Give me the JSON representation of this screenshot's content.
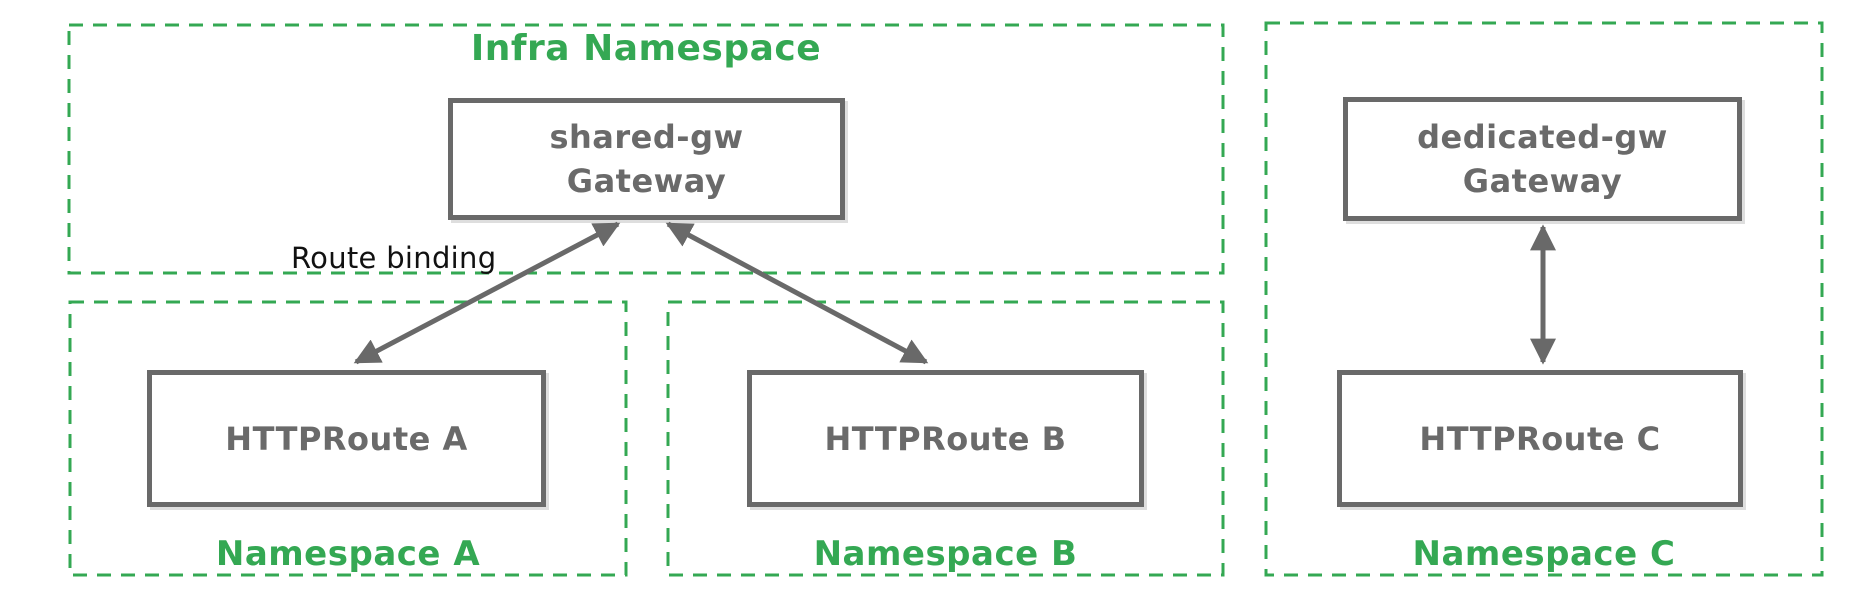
{
  "colors": {
    "green": "#34a853",
    "gray": "#696969",
    "text-gray": "#6a6a6a",
    "black": "#111111",
    "background": "#ffffff"
  },
  "namespaces": {
    "infra": {
      "label": "Infra Namespace"
    },
    "a": {
      "label": "Namespace A"
    },
    "b": {
      "label": "Namespace B"
    },
    "c": {
      "label": "Namespace C"
    }
  },
  "nodes": {
    "shared_gw": {
      "line1": "shared-gw",
      "line2": "Gateway"
    },
    "dedicated_gw": {
      "line1": "dedicated-gw",
      "line2": "Gateway"
    },
    "route_a": {
      "label": "HTTPRoute A"
    },
    "route_b": {
      "label": "HTTPRoute B"
    },
    "route_c": {
      "label": "HTTPRoute C"
    }
  },
  "annotations": {
    "route_binding": "Route binding"
  },
  "edges": [
    {
      "from": "HTTPRoute A",
      "to": "shared-gw Gateway",
      "style": "double-arrow",
      "meaning": "Route binding"
    },
    {
      "from": "HTTPRoute B",
      "to": "shared-gw Gateway",
      "style": "double-arrow",
      "meaning": "Route binding"
    },
    {
      "from": "HTTPRoute C",
      "to": "dedicated-gw Gateway",
      "style": "double-arrow",
      "meaning": "Route binding"
    }
  ]
}
